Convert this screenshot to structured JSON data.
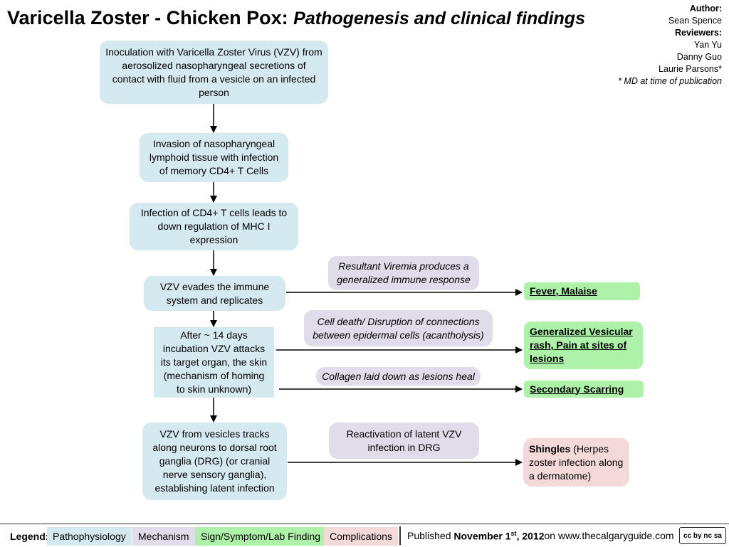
{
  "header": {
    "title_main": "Varicella Zoster - Chicken Pox:",
    "title_sub": "Pathogenesis and clinical findings"
  },
  "credits": {
    "author_label": "Author:",
    "author": "Sean Spence",
    "reviewers_label": "Reviewers:",
    "reviewer_1": "Yan Yu",
    "reviewer_2": "Danny Guo",
    "reviewer_3": "Laurie Parsons*",
    "note": "* MD at time of publication"
  },
  "flow": {
    "inoculation": "Inoculation with Varicella Zoster Virus (VZV) from aerosolized nasopharyngeal secretions of contact with fluid from a vesicle on an infected person",
    "invasion": "Invasion of nasopharyngeal lymphoid tissue with infection of memory CD4+ T Cells",
    "mhc": "Infection of CD4+ T cells leads to down regulation of MHC I expression",
    "evades": "VZV evades the immune system and replicates",
    "incubation": "After ~ 14 days incubation VZV attacks its target organ, the skin (mechanism of homing to skin unknown)",
    "latent": "VZV from vesicles tracks along neurons to dorsal root ganglia (DRG) (or cranial nerve sensory ganglia), establishing latent infection"
  },
  "mechanisms": {
    "viremia": "Resultant Viremia produces a generalized immune response",
    "acantholysis": "Cell death/ Disruption of connections between epidermal cells (acantholysis)",
    "collagen": "Collagen  laid down as lesions heal",
    "reactivation": "Reactivation of latent VZV infection in DRG"
  },
  "findings": {
    "fever": "Fever, Malaise",
    "rash": "Generalized Vesicular rash, Pain at sites of lesions",
    "scarring": "Secondary Scarring"
  },
  "complications": {
    "shingles_bold": "Shingles",
    "shingles_rest": " (Herpes zoster infection along a dermatome)"
  },
  "legend": {
    "label": "Legend:",
    "patho": "Pathophysiology",
    "mech": "Mechanism",
    "sign": "Sign/Symptom/Lab Finding",
    "comp": "Complications",
    "colors": {
      "patho": "#d5e9f0",
      "mech": "#e1dcea",
      "sign": "#aef2aa",
      "comp": "#f4d9d9"
    }
  },
  "footer": {
    "published": "Published",
    "date_prefix": "November 1",
    "date_sup": "st",
    "date_suffix": ", 2012",
    "site": " on www.thecalgaryguide.com",
    "license": "cc by nc sa"
  }
}
